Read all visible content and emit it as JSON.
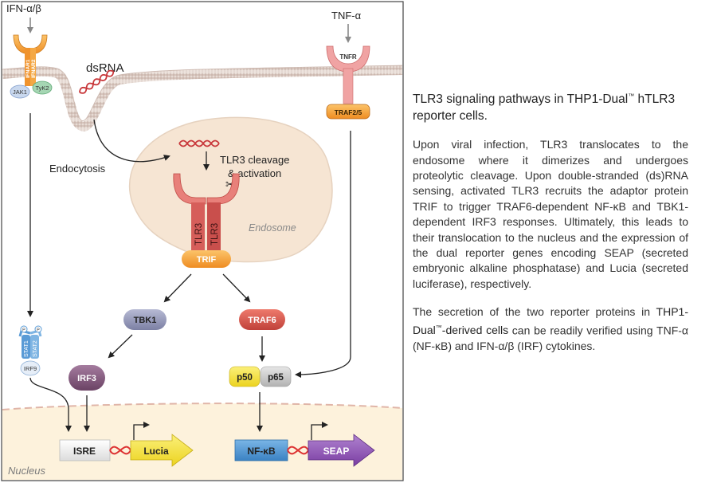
{
  "diagram": {
    "ifn_ligand": "IFN-α/β",
    "ifnar1": "IFNAR1",
    "ifnar2": "IFNAR2",
    "jak1": "JAK1",
    "tyk2": "TyK2",
    "dsrna": "dsRNA",
    "tnf_ligand": "TNF-α",
    "tnfr": "TNFR",
    "traf25": "TRAF2/5",
    "endocytosis": "Endocytosis",
    "cleavage_line1": "TLR3 cleavage",
    "cleavage_line2": "& activation",
    "tlr3_a": "TLR3",
    "tlr3_b": "TLR3",
    "endosome": "Endosome",
    "trif": "TRIF",
    "tbk1": "TBK1",
    "traf6": "TRAF6",
    "irf3": "IRF3",
    "p50": "p50",
    "p65": "p65",
    "stat1": "STAT1",
    "stat2": "STAT2",
    "irf9": "IRF9",
    "isre": "ISRE",
    "lucia": "Lucia",
    "nfkb": "NF-κB",
    "seap": "SEAP",
    "nucleus": "Nucleus",
    "phospho": "P"
  },
  "caption": {
    "title_a": "TLR3 signaling pathways in THP1-Dual",
    "title_tm": "™",
    "title_b": " hTLR3 reporter cells.",
    "p1": "Upon viral infection, TLR3 translocates to the endosome where it dimerizes and undergoes proteolytic cleavage. Upon double-stranded (ds)RNA sensing, activated TLR3 recruits the adaptor protein TRIF to trigger TRAF6-dependent NF-κB and  TBK1-dependent IRF3 responses. Ultimately, this leads to their translocation to the nucleus and the expression of the dual reporter genes encoding SEAP (secreted embryonic alkaline phosphatase) and Lucia (secreted luciferase), respectively.",
    "p2_a": "The secretion of the two reporter proteins in ",
    "p2_b": "THP1-Dual",
    "p2_tm": "™",
    "p2_c": "-derived cells",
    "p2_d": " can be readily verified using TNF-α (NF-κB) and IFN-α/β (IRF) cytokines."
  },
  "colors": {
    "membrane": "#ddd0c9",
    "nucleus": "#fdf3df",
    "endosome": "#f5e4d2",
    "tlr3": "#d9625f",
    "orange": "#f6a33c",
    "tbk1": "#8f93b5",
    "traf6": "#d65347",
    "irf3": "#7d5377",
    "yellow": "#f6e33c",
    "blue": "#4f95d2",
    "purple": "#8b4fb1"
  }
}
